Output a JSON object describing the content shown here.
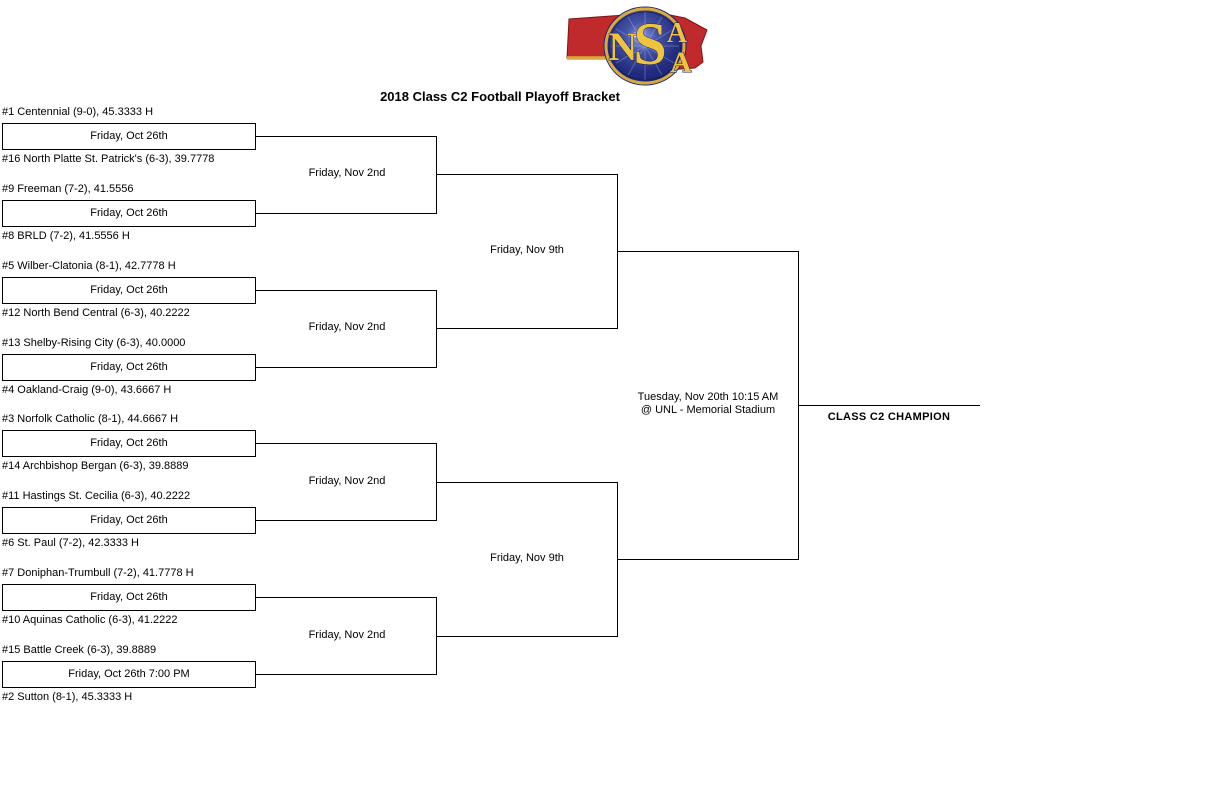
{
  "header": {
    "title": "2018 Class C2 Football Playoff Bracket"
  },
  "logo": {
    "name": "NSAA Nebraska logo",
    "letters": [
      "N",
      "S",
      "A",
      "A"
    ],
    "colors": {
      "red": "#c02a2c",
      "gold": "#d9a93c",
      "blue": "#232d80"
    }
  },
  "bracket": {
    "round1": [
      {
        "top_team": "#1 Centennial (9-0), 45.3333 H",
        "bottom_team": "#16 North Platte St. Patrick's (6-3), 39.7778",
        "date": "Friday, Oct 26th"
      },
      {
        "top_team": "#9 Freeman (7-2), 41.5556",
        "bottom_team": "#8 BRLD (7-2), 41.5556 H",
        "date": "Friday, Oct 26th"
      },
      {
        "top_team": "#5 Wilber-Clatonia (8-1), 42.7778 H",
        "bottom_team": "#12 North Bend Central (6-3), 40.2222",
        "date": "Friday, Oct 26th"
      },
      {
        "top_team": "#13 Shelby-Rising City (6-3), 40.0000",
        "bottom_team": "#4 Oakland-Craig (9-0), 43.6667 H",
        "date": "Friday, Oct 26th"
      },
      {
        "top_team": "#3 Norfolk Catholic (8-1), 44.6667 H",
        "bottom_team": "#14 Archbishop Bergan (6-3), 39.8889",
        "date": "Friday, Oct 26th"
      },
      {
        "top_team": "#11 Hastings St. Cecilia (6-3), 40.2222",
        "bottom_team": "#6 St. Paul (7-2), 42.3333 H",
        "date": "Friday, Oct 26th"
      },
      {
        "top_team": "#7 Doniphan-Trumbull (7-2), 41.7778 H",
        "bottom_team": "#10 Aquinas Catholic (6-3), 41.2222",
        "date": "Friday, Oct 26th"
      },
      {
        "top_team": "#15 Battle Creek (6-3), 39.8889",
        "bottom_team": "#2 Sutton (8-1), 45.3333 H",
        "date": "Friday, Oct 26th 7:00 PM"
      }
    ],
    "round2": [
      {
        "date": "Friday, Nov 2nd"
      },
      {
        "date": "Friday, Nov 2nd"
      },
      {
        "date": "Friday, Nov 2nd"
      },
      {
        "date": "Friday, Nov 2nd"
      }
    ],
    "semifinals": [
      {
        "date": "Friday, Nov 9th"
      },
      {
        "date": "Friday, Nov 9th"
      }
    ],
    "final": {
      "datetime": "Tuesday, Nov 20th 10:15 AM",
      "venue": "@ UNL - Memorial Stadium"
    },
    "champion_label": "CLASS C2 CHAMPION"
  }
}
